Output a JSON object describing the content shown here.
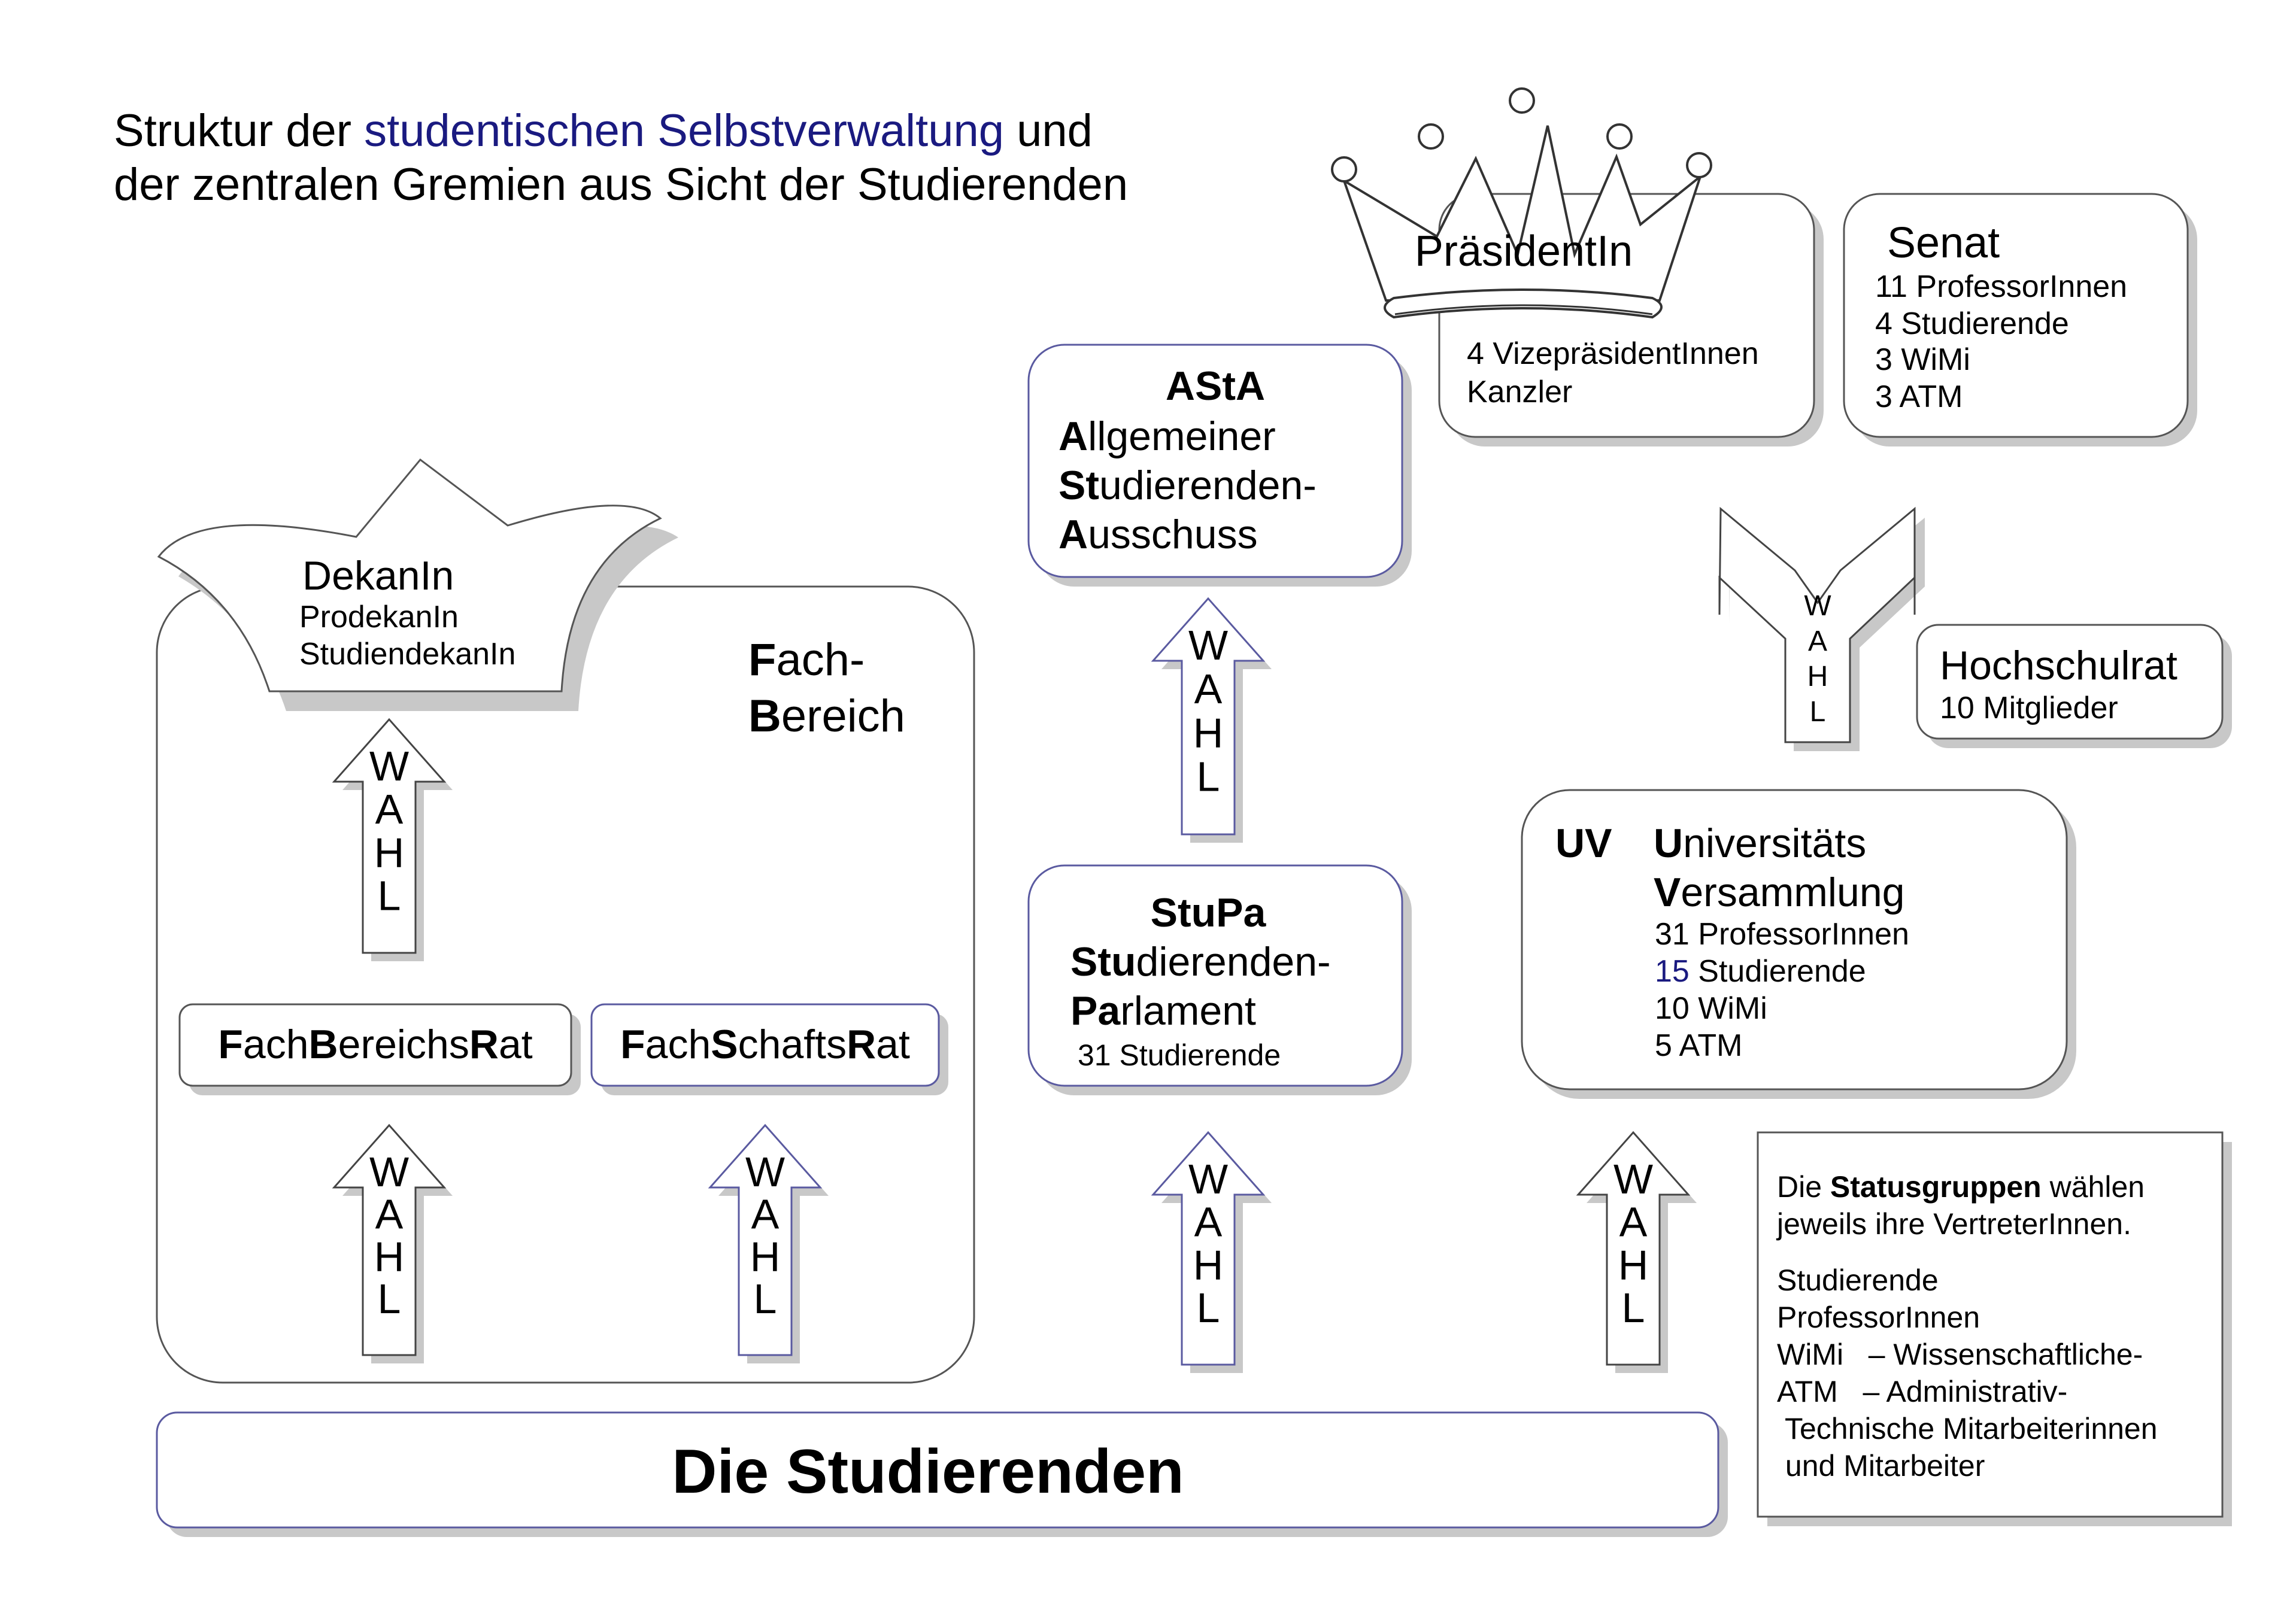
{
  "title": {
    "part1": "Struktur der ",
    "highlight": "studentischen Selbstverwaltung",
    "part2": " und",
    "line2": "der zentralen Gremien aus Sicht der Studierenden"
  },
  "wahl": [
    "W",
    "A",
    "H",
    "L"
  ],
  "dekan": {
    "title": "DekanIn",
    "line1": "ProdekanIn",
    "line2": "StudiendekanIn"
  },
  "fachbereich": {
    "line1_bold": "F",
    "line1_rest": "ach-",
    "line2_bold": "B",
    "line2_rest": "ereich"
  },
  "fbr": {
    "p1": "F",
    "p2": "ach",
    "p3": "B",
    "p4": "ereichs",
    "p5": "R",
    "p6": "at"
  },
  "fsr": {
    "p1": "F",
    "p2": "ach",
    "p3": "S",
    "p4": "chafts",
    "p5": "R",
    "p6": "at"
  },
  "asta": {
    "abbr": "AStA",
    "l1b": "A",
    "l1": "llgemeiner",
    "l2b": "St",
    "l2": "udierenden-",
    "l3b": "A",
    "l3": "usschuss"
  },
  "stupa": {
    "abbr": "StuPa",
    "l1b": "Stu",
    "l1": "dierenden-",
    "l2b": "Pa",
    "l2": "rlament",
    "members": "31 Studierende"
  },
  "praesident": {
    "title": "PräsidentIn",
    "line1": "4 VizepräsidentInnen",
    "line2": "Kanzler"
  },
  "senat": {
    "title": "Senat",
    "members": [
      "11 ProfessorInnen",
      "4  Studierende",
      "3  WiMi",
      "3  ATM"
    ]
  },
  "hochschulrat": {
    "title": "Hochschulrat",
    "members": "10 Mitglieder"
  },
  "uv": {
    "abbr": "UV",
    "l1b": "U",
    "l1": "niversitäts",
    "l2b": "V",
    "l2": "ersammlung",
    "m1": "31 ProfessorInnen",
    "m2num": "15",
    "m2": " Studierende",
    "m3": "10 WiMi",
    "m4": "5   ATM"
  },
  "legend": {
    "l1a": "Die ",
    "l1b": "Statusgruppen",
    "l1c": " wählen",
    "l2": "jeweils ihre VertreterInnen.",
    "items": [
      "Studierende",
      "ProfessorInnen",
      "WiMi   – Wissenschaftliche-",
      "ATM   – Administrativ-",
      " Technische Mitarbeiterinnen",
      " und Mitarbeiter"
    ]
  },
  "base": {
    "label": "Die Studierenden"
  },
  "colors": {
    "highlight": "#1a1a80",
    "border": "#555555",
    "shadow": "#c8c8c8"
  }
}
